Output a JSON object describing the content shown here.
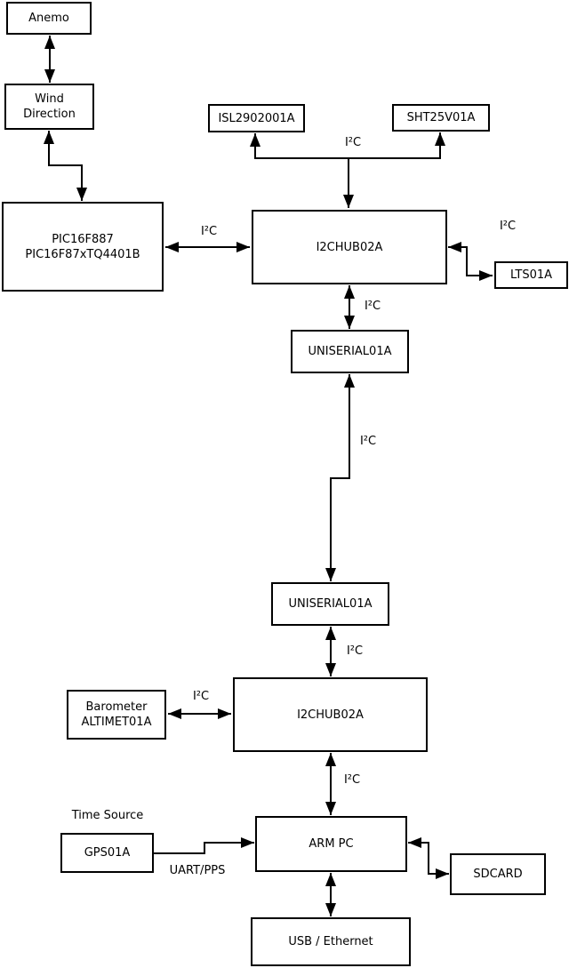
{
  "boxes": {
    "anemo": {
      "label": "Anemo"
    },
    "wind_direction": {
      "line1": "Wind",
      "line2": "Direction"
    },
    "pic": {
      "line1": "PIC16F887",
      "line2": "PIC16F87xTQ4401B"
    },
    "isl": {
      "label": "ISL2902001A"
    },
    "sht": {
      "label": "SHT25V01A"
    },
    "i2chub_top": {
      "label": "I2CHUB02A"
    },
    "lts": {
      "label": "LTS01A"
    },
    "uniserial_top": {
      "label": "UNISERIAL01A"
    },
    "uniserial_bottom": {
      "label": "UNISERIAL01A"
    },
    "i2chub_bottom": {
      "label": "I2CHUB02A"
    },
    "barometer": {
      "line1": "Barometer",
      "line2": "ALTIMET01A"
    },
    "gps": {
      "label": "GPS01A"
    },
    "arm_pc": {
      "label": "ARM PC"
    },
    "sdcard": {
      "label": "SDCARD"
    },
    "usb_ethernet": {
      "label": "USB / Ethernet"
    }
  },
  "labels": {
    "i2c_sensors": "I²C",
    "i2c_pic_hub": "I²C",
    "i2c_lts": "I²C",
    "i2c_hub_uniserial": "I²C",
    "i2c_uniserial_link": "I²C",
    "i2c_uniserial_hub2": "I²C",
    "i2c_barometer": "I²C",
    "i2c_hub2_armpc": "I²C",
    "time_source": "Time Source",
    "uart_pps": "UART/PPS"
  },
  "colors": {
    "line": "#000000",
    "box_border": "#000000",
    "box_fill": "#ffffff",
    "text": "#000000",
    "background": "#ffffff"
  }
}
